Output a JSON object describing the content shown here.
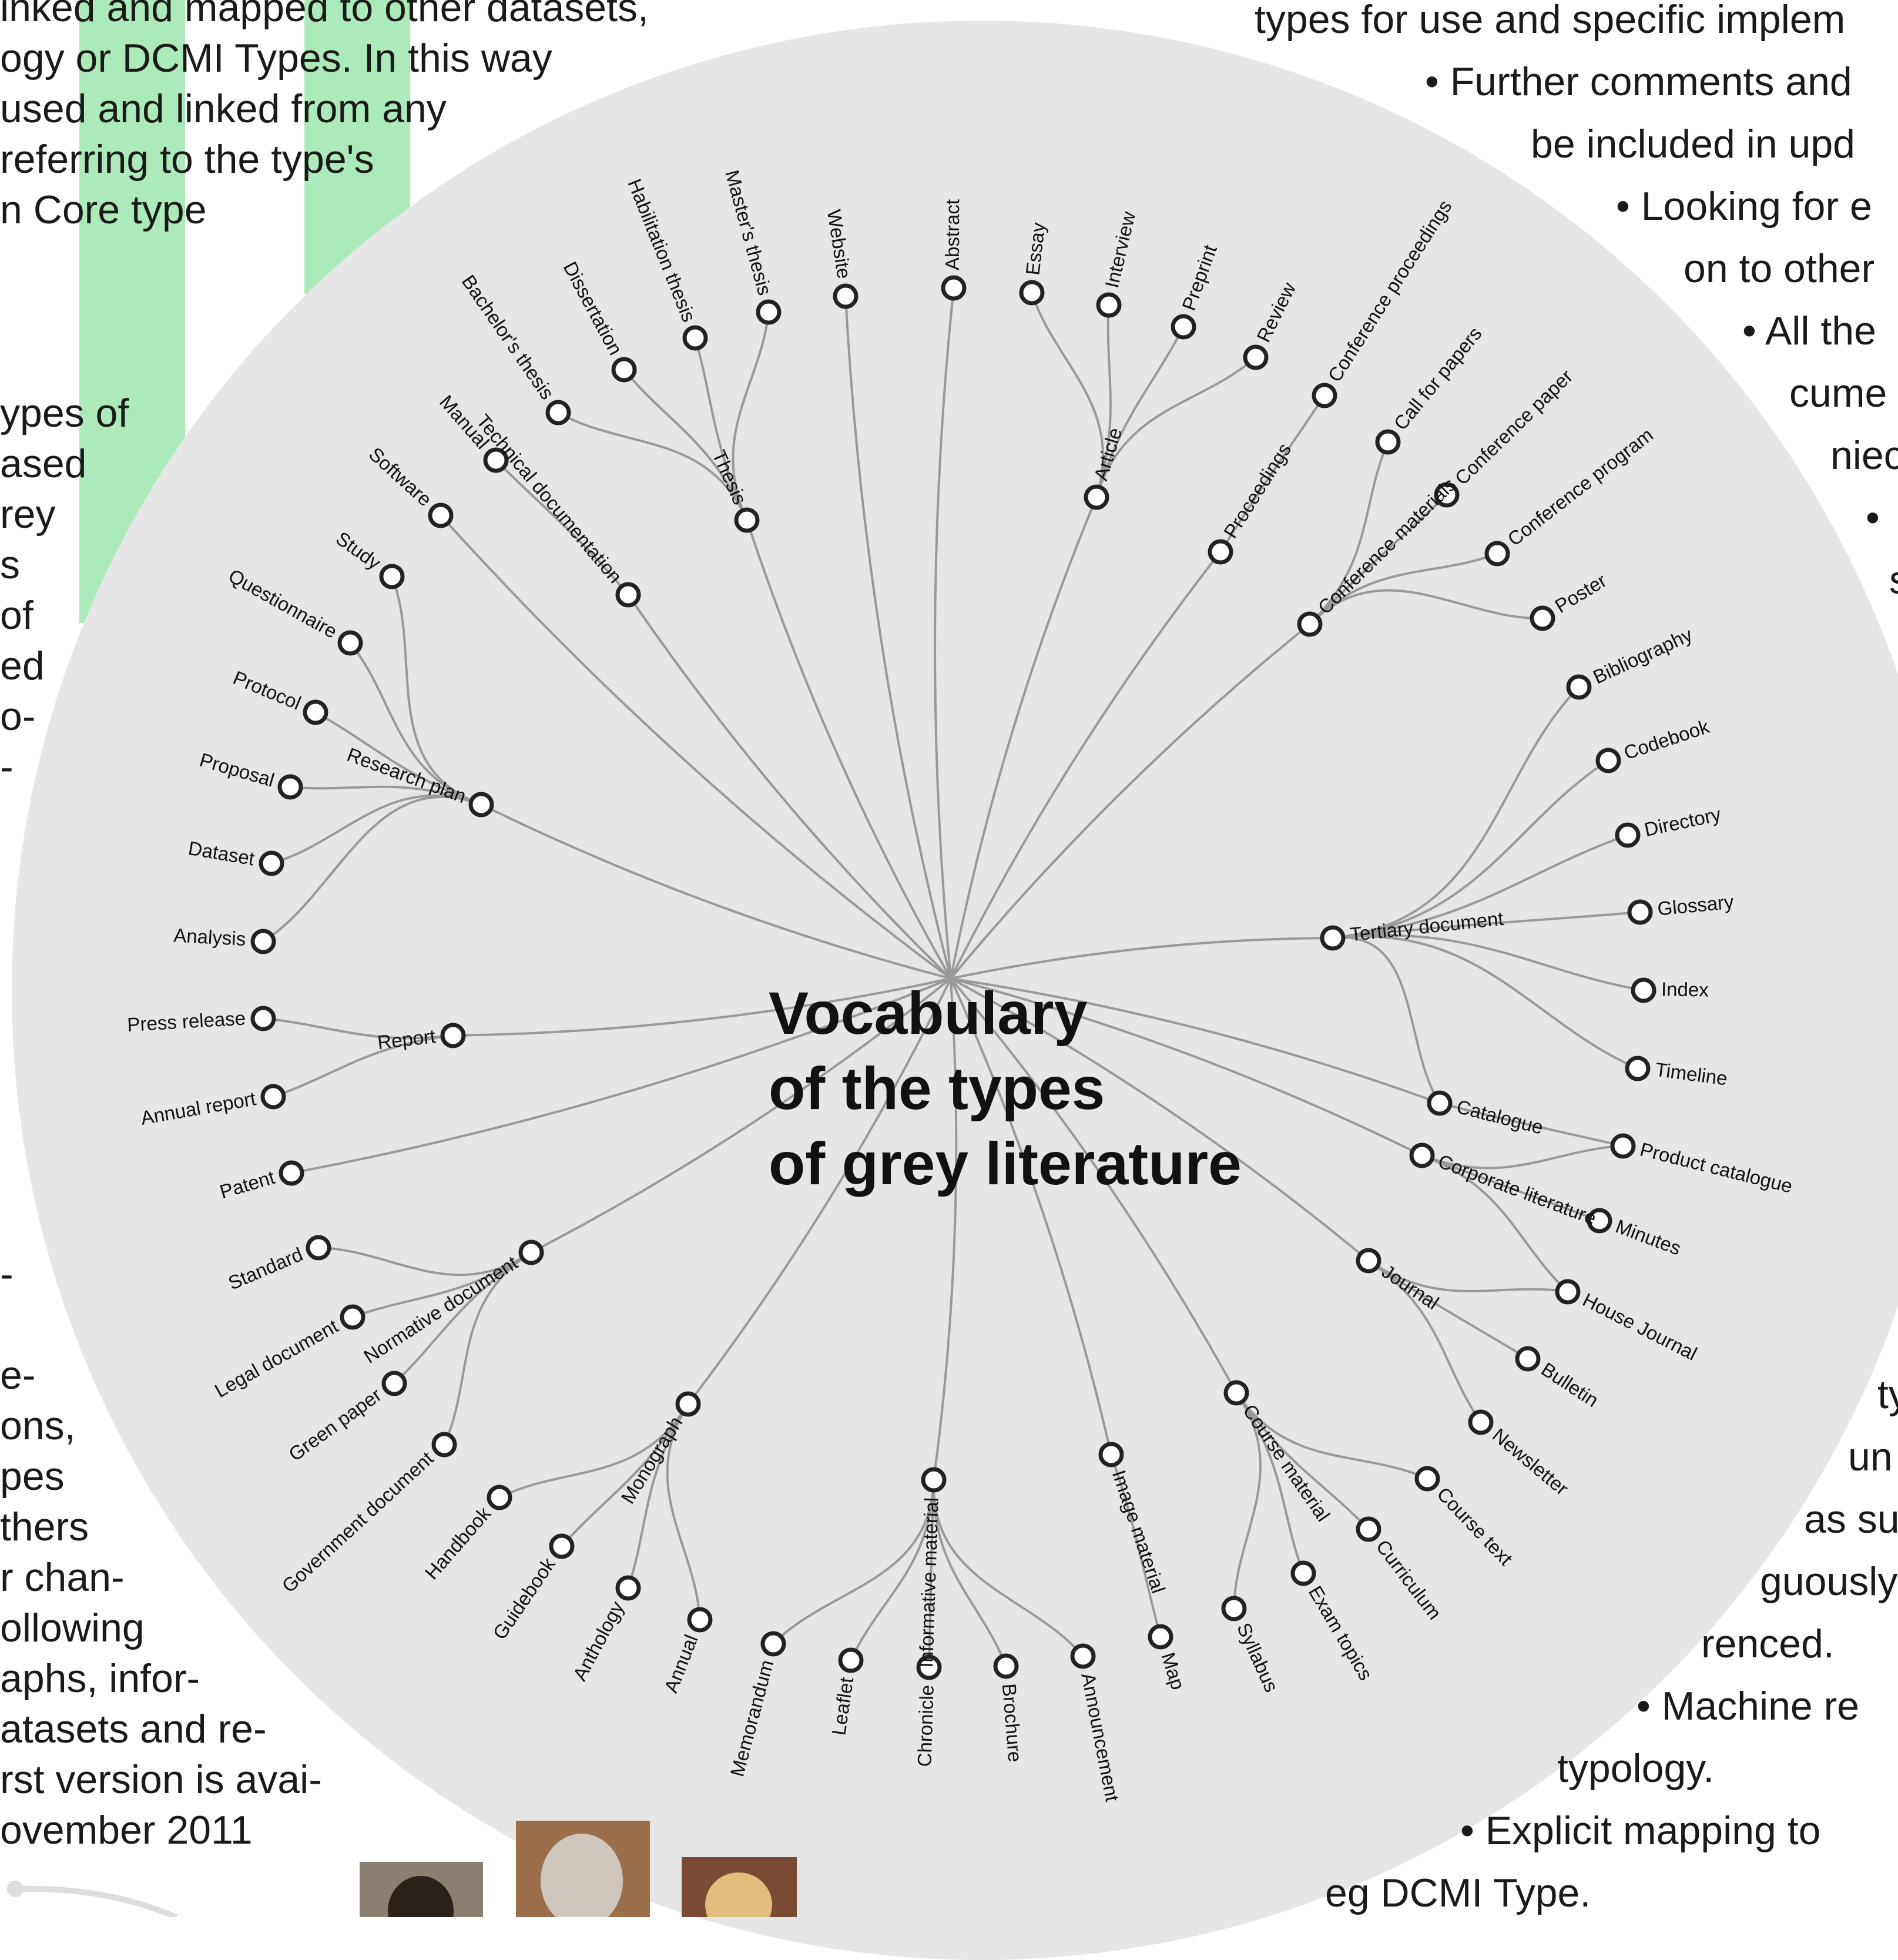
{
  "title": [
    "Vocabulary",
    "of the types",
    "of grey literature"
  ],
  "tree": {
    "center": "Vocabulary of the types of grey literature",
    "branches": [
      {
        "label": "Thesis",
        "children": [
          "Bachelor's thesis",
          "Dissertation",
          "Habilitation thesis",
          "Master's thesis"
        ]
      },
      {
        "label": "Website",
        "children": []
      },
      {
        "label": "Abstract",
        "children": []
      },
      {
        "label": "Article",
        "children": [
          "Essay",
          "Interview",
          "Preprint",
          "Review"
        ]
      },
      {
        "label": "Proceedings",
        "children": [
          "Conference proceedings"
        ]
      },
      {
        "label": "Conference materials",
        "children": [
          "Call for papers",
          "Conference paper",
          "Conference program",
          "Poster"
        ]
      },
      {
        "label": "Tertiary document",
        "children": [
          "Bibliography",
          "Codebook",
          "Directory",
          "Glossary",
          "Index",
          "Timeline",
          "Catalogue"
        ]
      },
      {
        "label": "Catalogue",
        "children": [
          "Product catalogue"
        ]
      },
      {
        "label": "Corporate literature",
        "children": [
          "Product catalogue",
          "Minutes",
          "House Journal"
        ]
      },
      {
        "label": "Journal",
        "children": [
          "House Journal",
          "Bulletin",
          "Newsletter"
        ]
      },
      {
        "label": "Course material",
        "children": [
          "Course text",
          "Curriculum",
          "Exam topics",
          "Syllabus"
        ]
      },
      {
        "label": "Image material",
        "children": [
          "Map"
        ]
      },
      {
        "label": "Informative material",
        "children": [
          "Memorandum",
          "Leaflet",
          "Chronicle",
          "Brochure",
          "Announcement"
        ]
      },
      {
        "label": "Monograph",
        "children": [
          "Handbook",
          "Guidebook",
          "Anthology",
          "Annual"
        ]
      },
      {
        "label": "Normative document",
        "children": [
          "Standard",
          "Legal document",
          "Green paper",
          "Government document"
        ]
      },
      {
        "label": "Patent",
        "children": []
      },
      {
        "label": "Report",
        "children": [
          "Press release",
          "Annual report"
        ]
      },
      {
        "label": "Research plan",
        "children": [
          "Study",
          "Questionnaire",
          "Protocol",
          "Proposal",
          "Dataset",
          "Analysis"
        ]
      },
      {
        "label": "Software",
        "children": []
      },
      {
        "label": "Technical documentation",
        "children": [
          "Manual"
        ]
      }
    ]
  },
  "left_text_top": [
    "inked and mapped to other datasets,",
    "ogy or DCMI Types. In this way",
    "used and linked from any",
    "referring to the type's",
    "n Core type"
  ],
  "left_text_mid": [
    "ypes of",
    "ased",
    "rey",
    "s",
    "of",
    "ed",
    "o-",
    "-"
  ],
  "left_text_bottom": [
    "-",
    "",
    "e-",
    "ons,",
    "pes",
    "thers",
    "r chan-",
    "ollowing",
    "aphs, infor-",
    "atasets and re-",
    "rst version is avai-",
    "ovember 2011"
  ],
  "right_text_top": [
    "types for use and specific implem",
    "• Further comments and",
    "be included in upd",
    "• Looking for e",
    "on to other",
    "• All the",
    "cume",
    "niec",
    "•",
    "s"
  ],
  "right_text_bottom": [
    "ty",
    "un",
    "as su",
    "guously",
    "renced.",
    "• Machine re",
    "typology.",
    "• Explicit mapping to",
    "eg DCMI Type."
  ],
  "colors": {
    "background_circle": "#e6e6e6",
    "edge": "#999999",
    "node_stroke": "#222222",
    "node_fill": "#ffffff",
    "stripe": "#acebb9"
  }
}
